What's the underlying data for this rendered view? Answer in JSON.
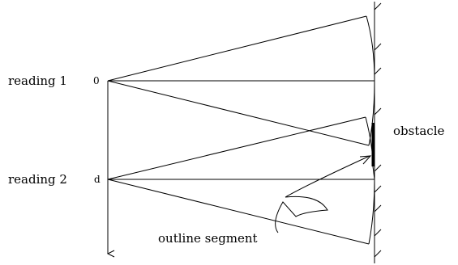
{
  "labels": {
    "reading1": "reading 1",
    "reading2": "reading 2",
    "mark_0": "0",
    "mark_d": "d",
    "obstacle": "obstacle",
    "outline_segment": "outline segment"
  }
}
